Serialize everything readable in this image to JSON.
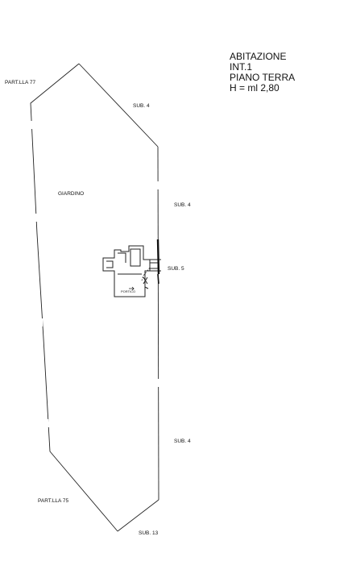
{
  "title": {
    "line1": "ABITAZIONE",
    "line2": "INT.1",
    "line3": "PIANO TERRA",
    "line4": "H = ml 2,80"
  },
  "labels": {
    "part_77": "PART.LLA 77",
    "part_75": "PART.LLA 75",
    "sub4_top": "SUB. 4",
    "sub4_right_upper": "SUB. 4",
    "sub4_right_lower": "SUB. 4",
    "sub5": "SUB. 5",
    "sub13": "SUB. 13",
    "giardino": "GIARDINO",
    "portico": "PORTICO"
  },
  "colors": {
    "line": "#222222",
    "background": "#ffffff"
  }
}
